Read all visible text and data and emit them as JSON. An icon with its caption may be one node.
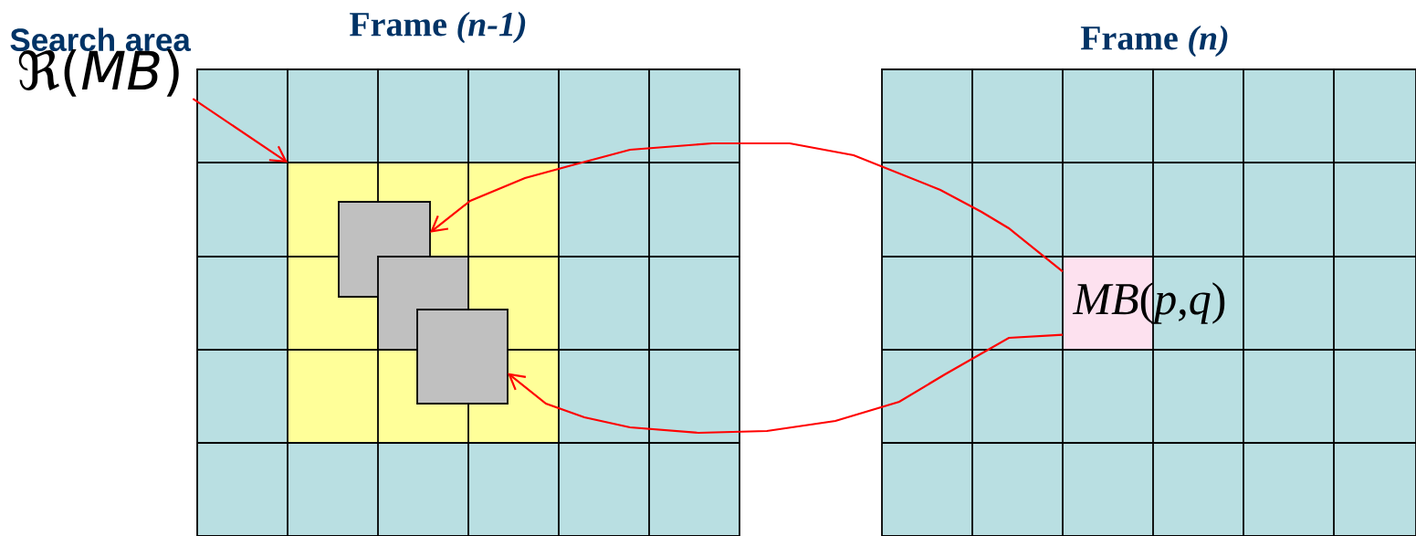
{
  "diagram": {
    "nodes": [
      {
        "text": [
          "Frame *(n-1)*"
        ]
      },
      {
        "text": [],
        "shape": "box",
        "in": 0
      },
      {
        "text": [],
        "shape": "box",
        "in": 1
      },
      {
        "text": [],
        "shape": "box",
        "in": 1
      },
      {
        "text": [],
        "shape": "box",
        "in": 1
      },
      {
        "text": [
          "Frame *(n)*"
        ]
      },
      {
        "text": [
          "*MB*(*p*,*q*)"
        ],
        "in": 5
      },
      {
        "text": [
          "Search area",
          "ℜ(*MB*)"
        ]
      }
    ],
    "edges": [
      {
        "from": 7,
        "to": 1,
        "arrow": "to"
      },
      {
        "from": 6,
        "to": 2,
        "arrow": "to"
      },
      {
        "from": 6,
        "to": 4,
        "arrow": "to"
      }
    ]
  }
}
